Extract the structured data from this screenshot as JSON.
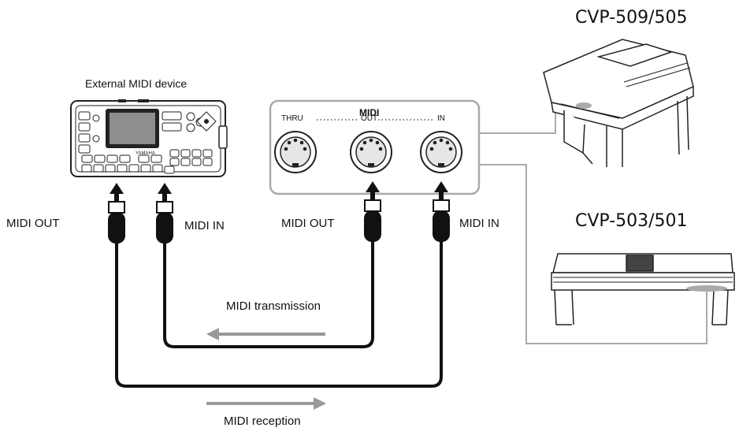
{
  "external_device": {
    "title": "External MIDI device",
    "brand": "YAMAHA",
    "out_port_label": "MIDI OUT",
    "in_port_label": "MIDI IN"
  },
  "panel": {
    "heading": "MIDI",
    "thru_label": "THRU",
    "out_label": "OUT",
    "in_label": "IN",
    "out_port_label": "MIDI OUT",
    "in_port_label": "MIDI IN"
  },
  "models": {
    "top": "CVP-509/505",
    "bottom": "CVP-503/501"
  },
  "flows": {
    "transmission": "MIDI transmission",
    "reception": "MIDI reception"
  }
}
